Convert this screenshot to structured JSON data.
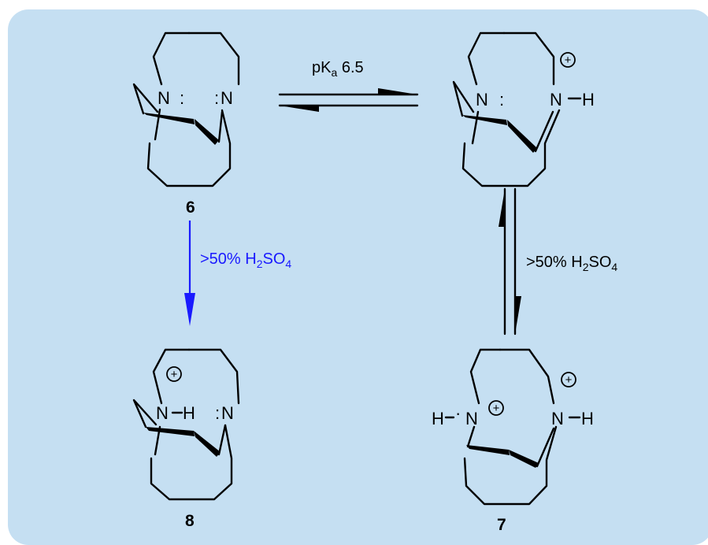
{
  "background_color": "#c5dff2",
  "reagent_blue_color": "#1a1aff",
  "compounds": {
    "c6": {
      "label": "6",
      "n_left": "N",
      "n_right": "N",
      "lone_pair_left": ":",
      "lone_pair_right": ":"
    },
    "c_mono": {
      "n_left": "N",
      "n_right": "N",
      "lone_pair_left": ":",
      "h_right": "H",
      "charge_right": "+"
    },
    "c8": {
      "label": "8",
      "n_left": "N",
      "n_right": "N",
      "h_inner": "H",
      "charge_left": "+",
      "lone_pair_right": ":"
    },
    "c7": {
      "label": "7",
      "n_left": "N",
      "n_right": "N",
      "h_left": "H",
      "h_right": "H",
      "charge_left": "+",
      "charge_right": "+"
    }
  },
  "conditions": {
    "pka": {
      "prefix": "pK",
      "sub": "a",
      "value": " 6.5"
    },
    "acid_down": {
      "prefix": ">50% H",
      "sub1": "2",
      "mid": "SO",
      "sub2": "4"
    },
    "acid_right": {
      "prefix": ">50% H",
      "sub1": "2",
      "mid": "SO",
      "sub2": "4"
    }
  }
}
